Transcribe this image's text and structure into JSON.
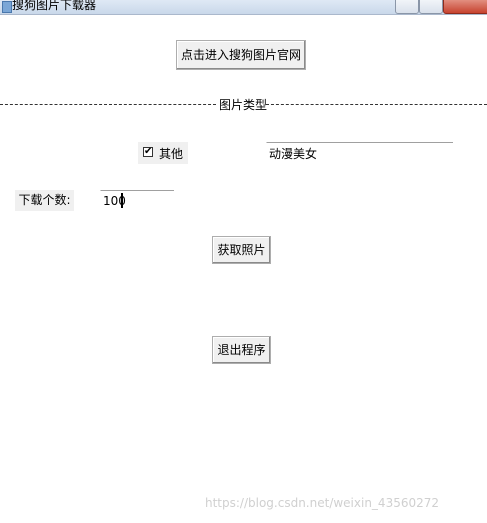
{
  "window": {
    "title": "搜狗图片下载器"
  },
  "buttons": {
    "open_site": "点击进入搜狗图片官网",
    "fetch": "获取照片",
    "exit": "退出程序"
  },
  "group": {
    "label": "图片类型"
  },
  "category": {
    "checkbox_label": "其他",
    "checked": true,
    "check_mark": "✔",
    "keyword_value": "动漫美女"
  },
  "download": {
    "count_label": "下载个数:",
    "count_value": "100"
  },
  "watermark": "https://blog.csdn.net/weixin_43560272"
}
